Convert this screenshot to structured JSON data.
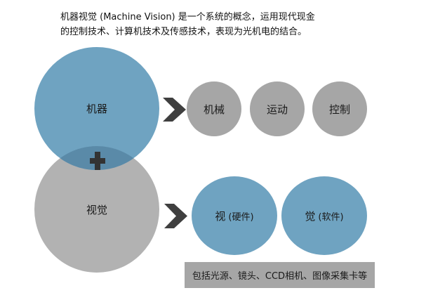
{
  "intro": {
    "line1": "机器视觉 (Machine Vision) 是一个系统的概念，运用现代现金",
    "line2": "的控制技术、计算机技术及传感技术，表现为光机电的结合。"
  },
  "main_circles": {
    "machine": "机器",
    "vision": "视觉"
  },
  "operator_icon": "plus-icon",
  "arrow_icon": "chevron-right-icon",
  "machine_components": [
    {
      "label": "机械"
    },
    {
      "label": "运动"
    },
    {
      "label": "控制"
    }
  ],
  "vision_components": [
    {
      "main": "视",
      "sub": "(硬件)"
    },
    {
      "main": "觉",
      "sub": "(软件)"
    }
  ],
  "note": "包括光源、镜头、CCD相机、图像采集卡等",
  "colors": {
    "blue": "#6fa3c1",
    "overlap_blue": "#5a8aa8",
    "large_gray": "#b2b2b2",
    "small_gray": "#a6a6a6",
    "dark_icon": "#3f3f3f"
  }
}
